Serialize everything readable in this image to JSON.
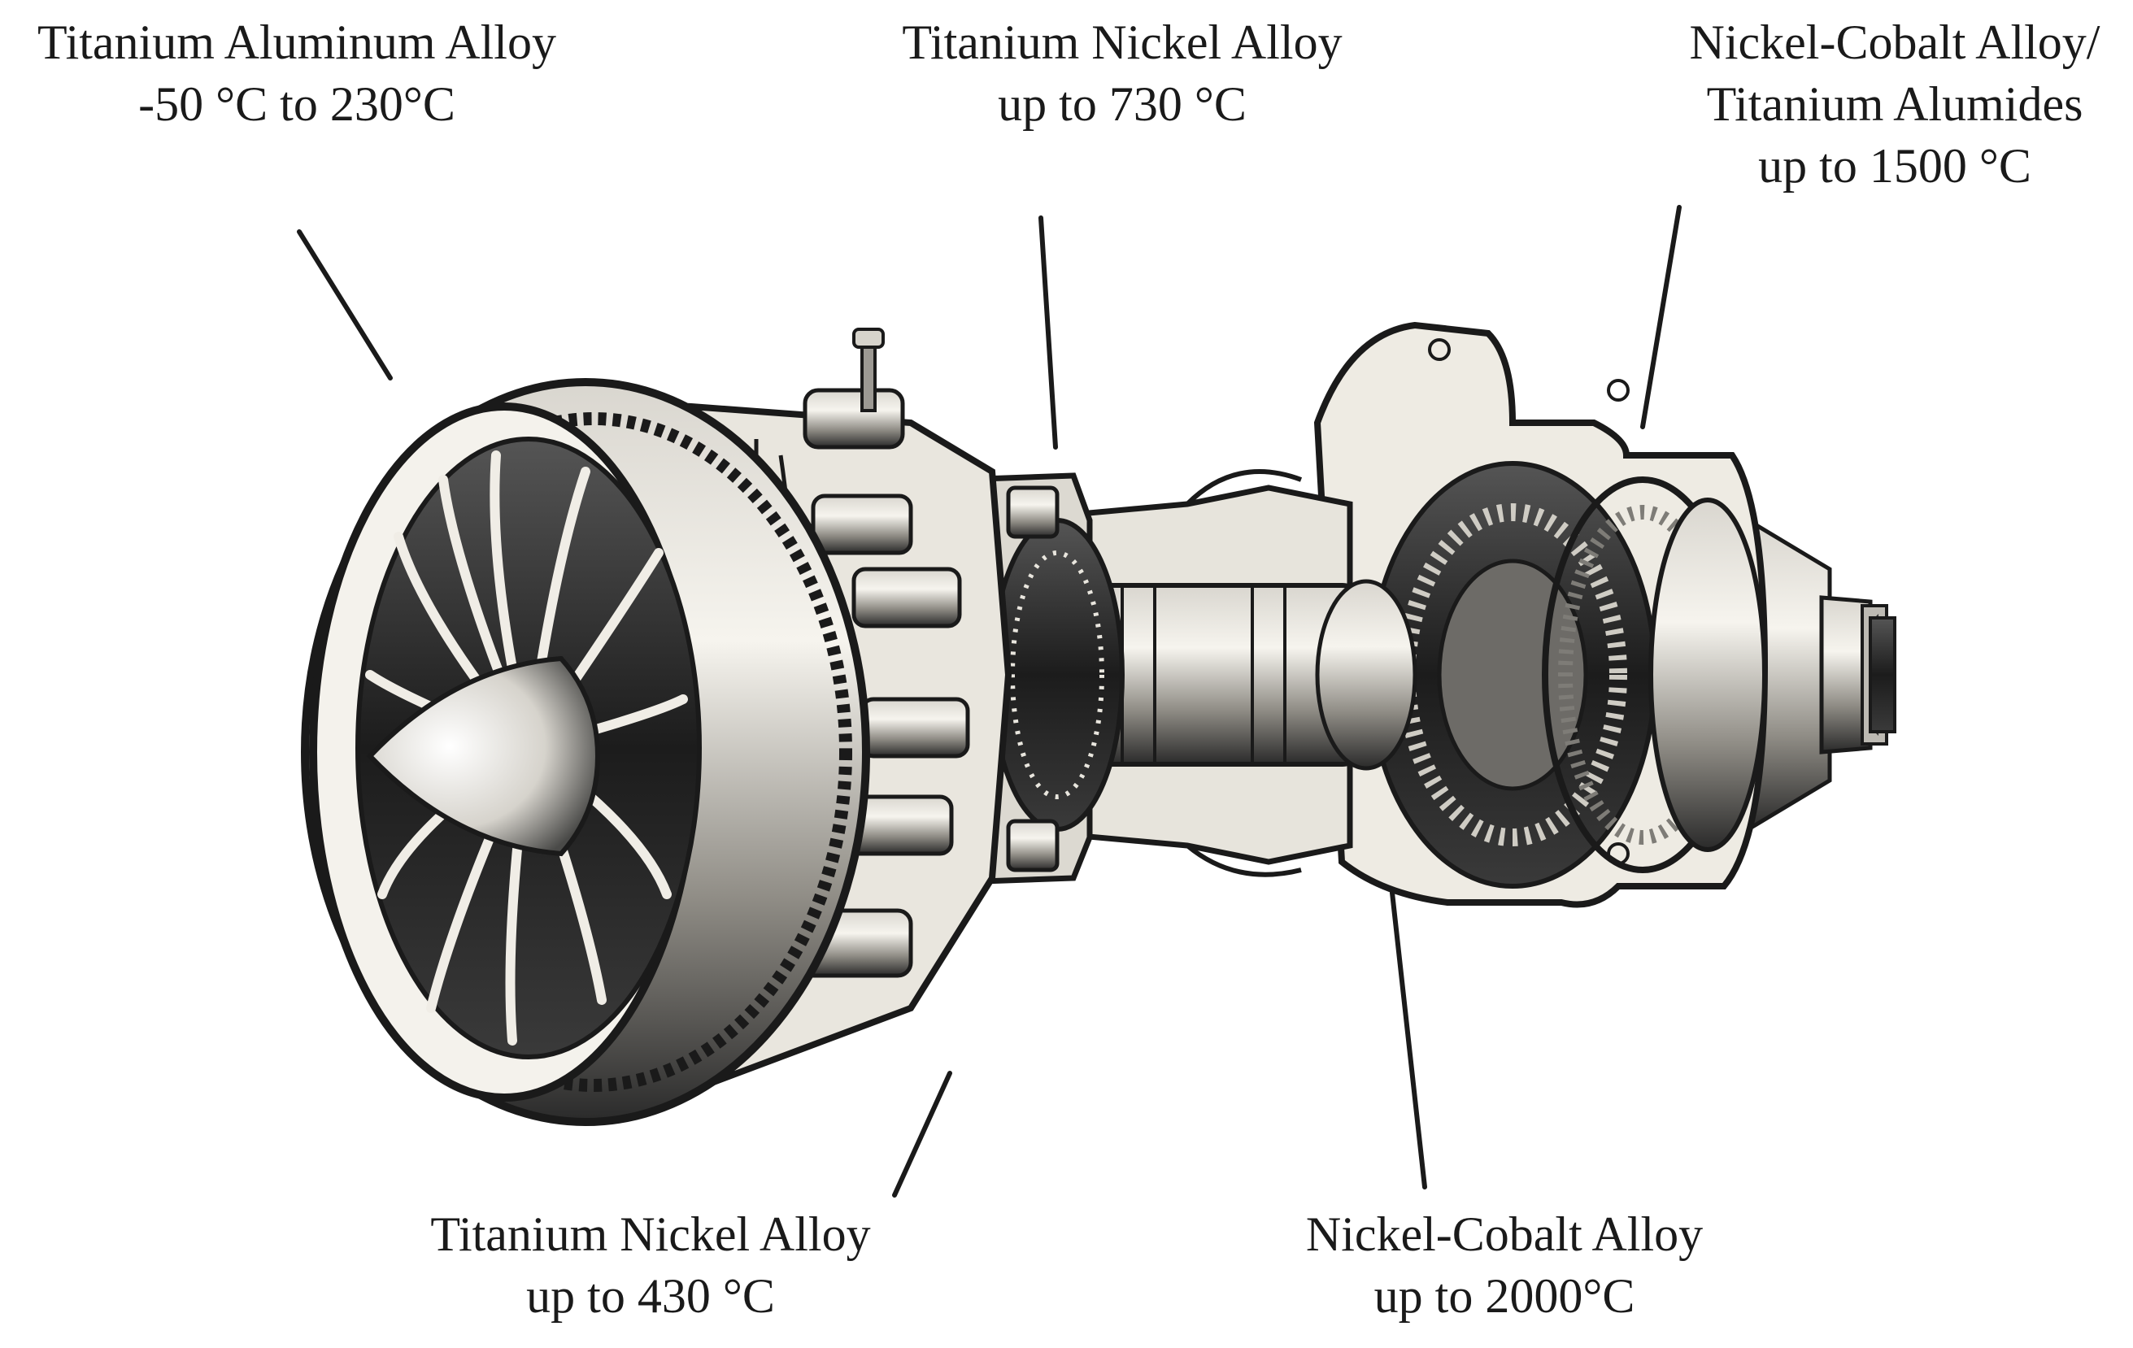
{
  "labels": {
    "fan": {
      "line1": "Titanium Aluminum Alloy",
      "line2": "-50 °C to 230°C"
    },
    "hpc": {
      "line1": "Titanium Nickel Alloy",
      "line2": "up to 730 °C"
    },
    "turbine": {
      "line1": "Nickel-Cobalt Alloy/",
      "line2": "Titanium Alumides",
      "line3": "up to 1500 °C"
    },
    "lpc": {
      "line1": "Titanium Nickel Alloy",
      "line2": "up to 430 °C"
    },
    "combustor": {
      "line1": "Nickel-Cobalt Alloy",
      "line2": "up to 2000°C"
    }
  },
  "colors": {
    "ink": "#1a1a1a",
    "paper": "#f3f0e8",
    "shade": "#8a8780"
  }
}
